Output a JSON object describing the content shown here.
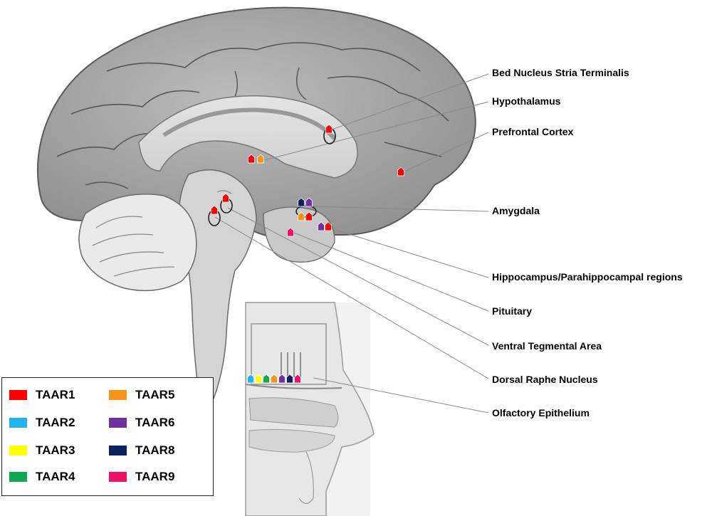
{
  "regions": [
    "Bed Nucleus Stria Terminalis",
    "Hypothalamus",
    "Prefrontal Cortex",
    "Amygdala",
    "Hippocampus/Parahippocampal regions",
    "Pituitary",
    "Ventral Tegmental Area",
    "Dorsal Raphe Nucleus",
    "Olfactory Epithelium"
  ],
  "legend": [
    {
      "label": "TAAR1",
      "color": "#ff0000"
    },
    {
      "label": "TAAR2",
      "color": "#1fb4ee"
    },
    {
      "label": "TAAR3",
      "color": "#ffff00"
    },
    {
      "label": "TAAR4",
      "color": "#10a850"
    },
    {
      "label": "TAAR5",
      "color": "#f7941d"
    },
    {
      "label": "TAAR6",
      "color": "#7030a0"
    },
    {
      "label": "TAAR8",
      "color": "#0d2060"
    },
    {
      "label": "TAAR9",
      "color": "#ee1166"
    }
  ],
  "markers": {
    "bed_nucleus": [
      "TAAR1"
    ],
    "hypothalamus": [
      "TAAR1",
      "TAAR5"
    ],
    "prefrontal_cortex": [
      "TAAR1"
    ],
    "amygdala": [
      "TAAR8",
      "TAAR6",
      "TAAR5",
      "TAAR1"
    ],
    "hippocampus": [
      "TAAR6",
      "TAAR1"
    ],
    "pituitary": [
      "TAAR9"
    ],
    "ventral_tegmental_area": [
      "TAAR1"
    ],
    "dorsal_raphe_nucleus": [
      "TAAR1"
    ],
    "olfactory_epithelium": [
      "TAAR2",
      "TAAR3",
      "TAAR4",
      "TAAR5",
      "TAAR6",
      "TAAR8",
      "TAAR9"
    ]
  }
}
